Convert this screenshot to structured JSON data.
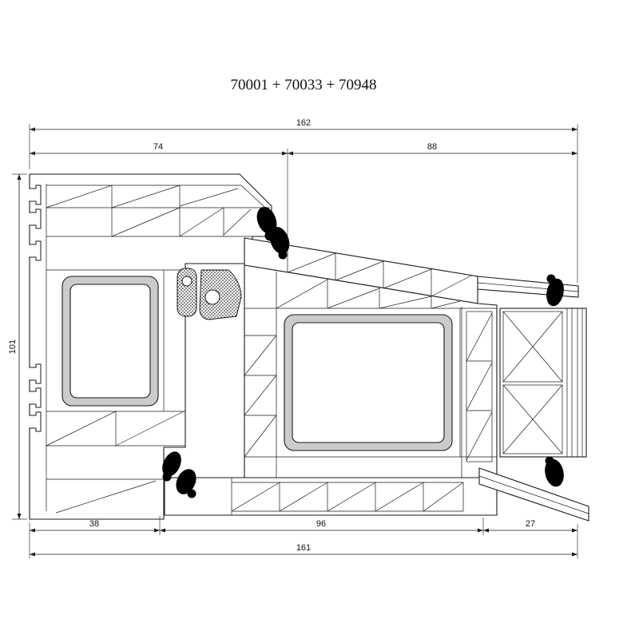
{
  "title": "70001 + 70033 + 70948",
  "drawing": {
    "description": "window-profile-cross-section",
    "dimensions": {
      "top_total": "162",
      "top_left": "74",
      "top_right": "88",
      "left_height": "101",
      "bottom_left": "38",
      "bottom_center": "96",
      "bottom_right": "27",
      "bottom_total": "161"
    },
    "colors": {
      "line": "#1a1a1a",
      "steel_fill": "#cbcbcb",
      "gasket_fill": "#000000",
      "background": "#ffffff"
    }
  }
}
